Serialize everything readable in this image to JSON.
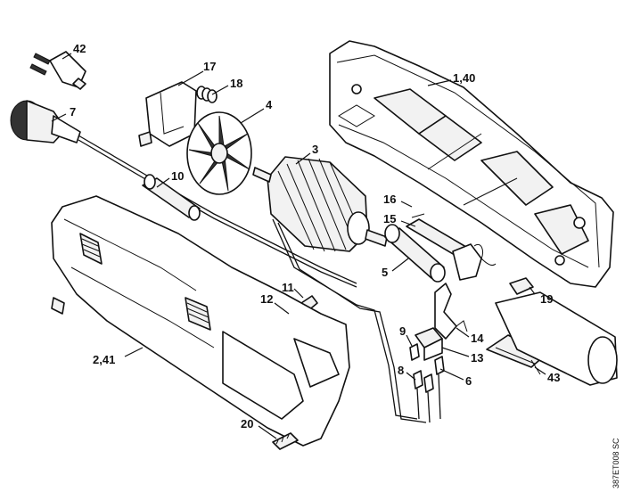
{
  "drawing_code": "387ET008 SC",
  "callouts": [
    {
      "id": "c42",
      "label": "42"
    },
    {
      "id": "c17",
      "label": "17"
    },
    {
      "id": "c18",
      "label": "18"
    },
    {
      "id": "c7",
      "label": "7"
    },
    {
      "id": "c4",
      "label": "4"
    },
    {
      "id": "c140",
      "label": "1,40"
    },
    {
      "id": "c3",
      "label": "3"
    },
    {
      "id": "c10",
      "label": "10"
    },
    {
      "id": "c16",
      "label": "16"
    },
    {
      "id": "c15",
      "label": "15"
    },
    {
      "id": "c5",
      "label": "5"
    },
    {
      "id": "c11",
      "label": "11"
    },
    {
      "id": "c12",
      "label": "12"
    },
    {
      "id": "c19",
      "label": "19"
    },
    {
      "id": "c9",
      "label": "9"
    },
    {
      "id": "c14",
      "label": "14"
    },
    {
      "id": "c13",
      "label": "13"
    },
    {
      "id": "c8",
      "label": "8"
    },
    {
      "id": "c6",
      "label": "6"
    },
    {
      "id": "c43",
      "label": "43"
    },
    {
      "id": "c241",
      "label": "2,41"
    },
    {
      "id": "c20",
      "label": "20"
    }
  ]
}
